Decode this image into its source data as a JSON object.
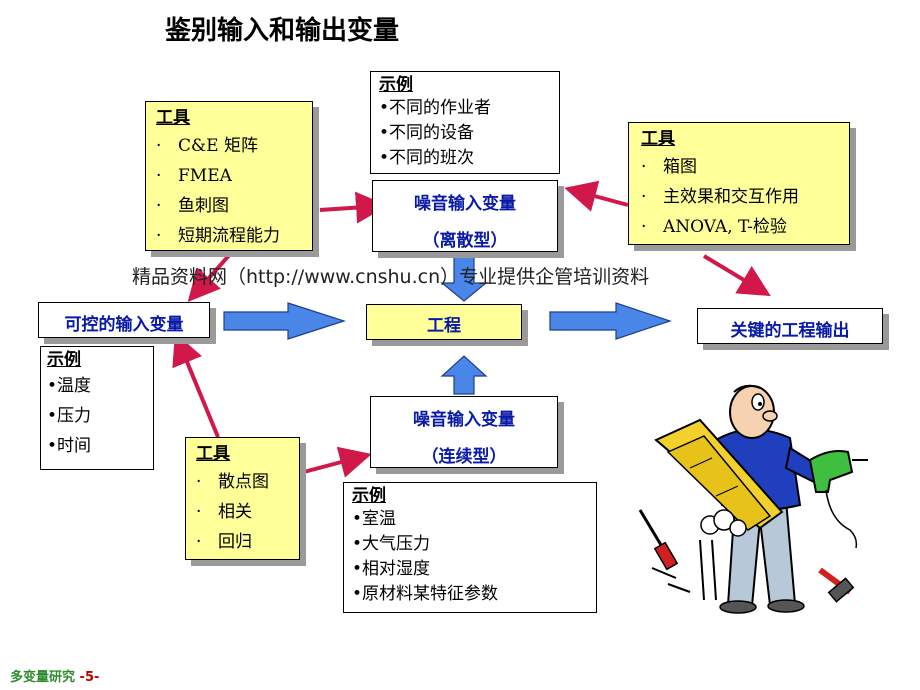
{
  "title": "鉴别输入和输出变量",
  "watermark": "精品资料网（http://www.cnshu.cn）专业提供企管培训资料",
  "footer": {
    "label": "多变量研究",
    "page": "-5-"
  },
  "tools_left_top": {
    "heading": "工具",
    "items": [
      "C&E 矩阵",
      "FMEA",
      "鱼刺图",
      "短期流程能力"
    ]
  },
  "examples_top": {
    "heading": "示例",
    "items": [
      "不同的作业者",
      "不同的设备",
      "不同的班次"
    ]
  },
  "tools_right": {
    "heading": "工具",
    "items": [
      "箱图",
      "主效果和交互作用",
      "ANOVA, T-检验"
    ]
  },
  "noise_discrete": {
    "line1": "噪音输入变量",
    "line2": "（离散型）"
  },
  "controllable": {
    "label": "可控的输入变量"
  },
  "process": {
    "label": "工程"
  },
  "key_output": {
    "label": "关键的工程输出"
  },
  "examples_left": {
    "heading": "示例",
    "items": [
      "温度",
      "压力",
      "时间"
    ]
  },
  "tools_bottom": {
    "heading": "工具",
    "items": [
      "散点图",
      "相关",
      "回归"
    ]
  },
  "noise_continuous": {
    "line1": "噪音输入变量",
    "line2": "（连续型）"
  },
  "examples_bottom": {
    "heading": "示例",
    "items": [
      "室温",
      "大气压力",
      "相对湿度",
      "原材料某特征参数"
    ]
  },
  "colors": {
    "box_yellow": "#ffff99",
    "arrow_blue": "#4a86e8",
    "arrow_red": "#d0184a",
    "label_blue": "#0a1aa8"
  }
}
